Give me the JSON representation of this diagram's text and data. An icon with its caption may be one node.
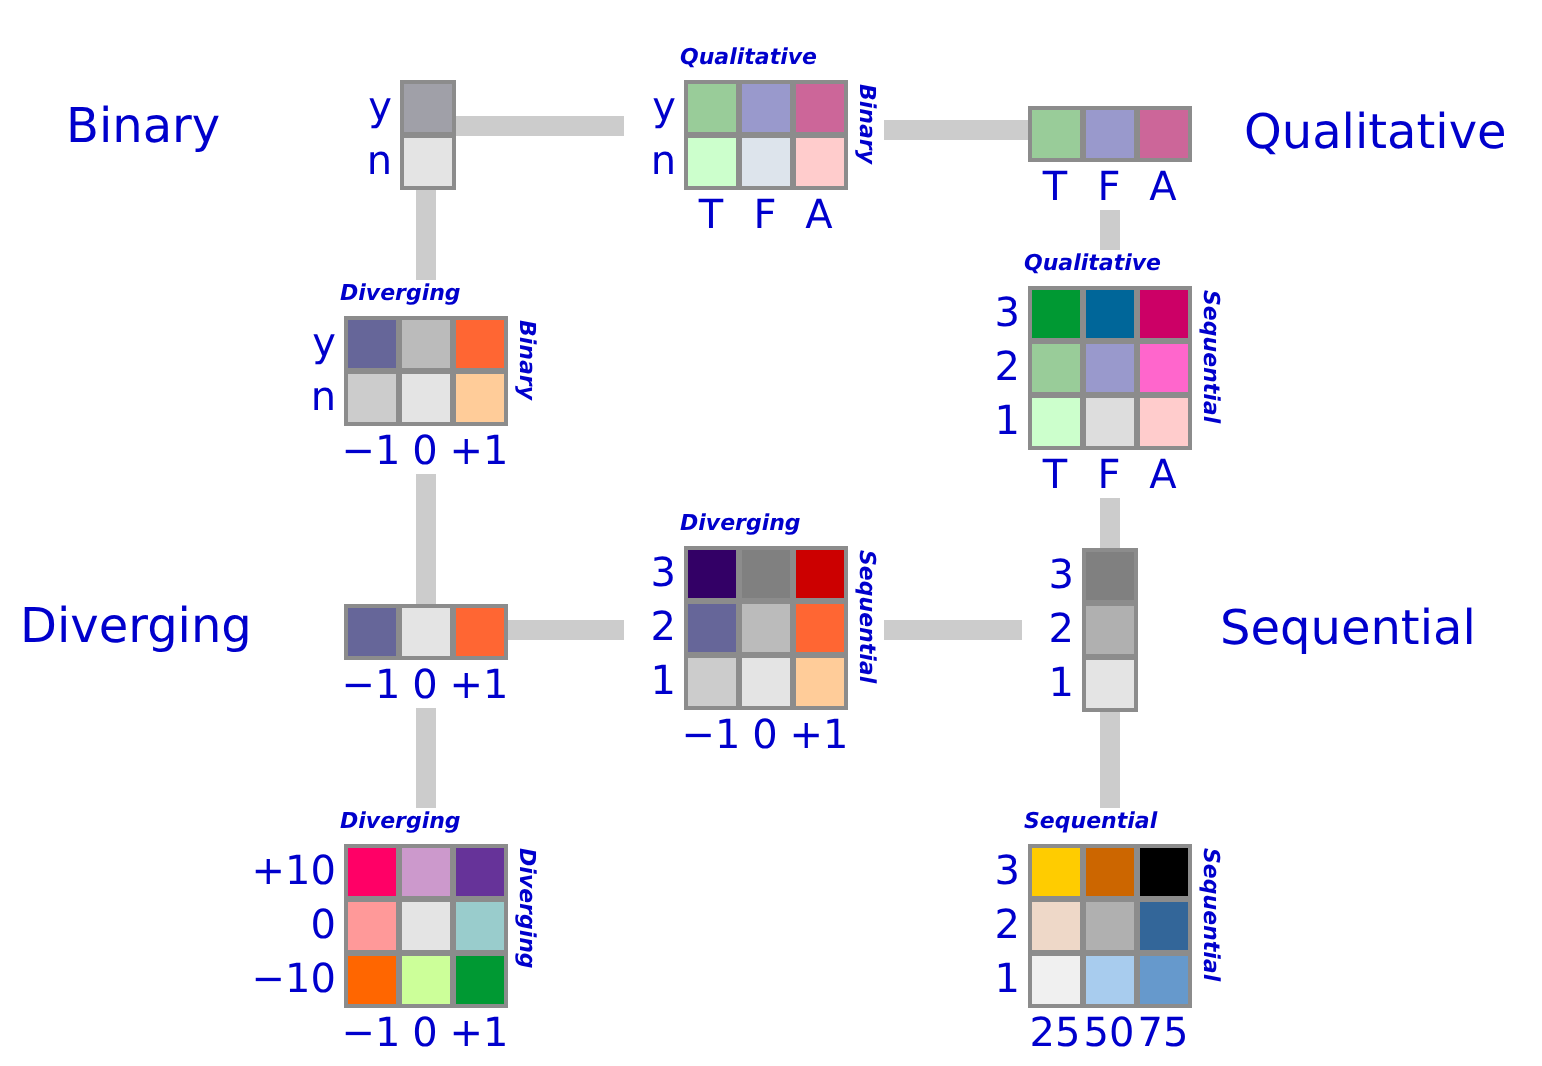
{
  "diagram": {
    "nodes": [
      {
        "text": [
          "y",
          "n"
        ],
        "beside": [
          "Binary"
        ]
      },
      {
        "text": [
          "Qualitative",
          "y",
          "n",
          "Binary",
          "T",
          "F",
          "A"
        ]
      },
      {
        "text": [
          "T",
          "F",
          "A"
        ],
        "beside": [
          "Qualitative"
        ]
      },
      {
        "text": [
          "Diverging",
          "y",
          "n",
          "Binary",
          "−1",
          "0",
          "+1"
        ]
      },
      {
        "text": [
          "Qualitative",
          "3",
          "2",
          "1",
          "Sequential",
          "T",
          "F",
          "A"
        ]
      },
      {
        "text": [
          "−1",
          "0",
          "+1"
        ],
        "beside": [
          "Diverging"
        ]
      },
      {
        "text": [
          "Diverging",
          "3",
          "2",
          "1",
          "Sequential",
          "−1",
          "0",
          "+1"
        ]
      },
      {
        "text": [
          "3",
          "2",
          "1"
        ],
        "beside": [
          "Sequential"
        ]
      },
      {
        "text": [
          "Diverging",
          "+10",
          "0",
          "−10",
          "Diverging",
          "−1",
          "0",
          "+1"
        ]
      },
      {
        "text": [
          "Sequential",
          "3",
          "2",
          "1",
          "Sequential",
          "25",
          "50",
          "75"
        ]
      }
    ],
    "edges": [
      {
        "from": 0,
        "to": 1,
        "arrow": "none"
      },
      {
        "from": 1,
        "to": 2,
        "arrow": "none"
      },
      {
        "from": 0,
        "to": 3,
        "arrow": "none"
      },
      {
        "from": 3,
        "to": 5,
        "arrow": "none"
      },
      {
        "from": 2,
        "to": 4,
        "arrow": "none"
      },
      {
        "from": 4,
        "to": 7,
        "arrow": "none"
      },
      {
        "from": 5,
        "to": 6,
        "arrow": "none"
      },
      {
        "from": 6,
        "to": 7,
        "arrow": "none"
      },
      {
        "from": 5,
        "to": 8,
        "arrow": "none"
      },
      {
        "from": 7,
        "to": 9,
        "arrow": "none"
      }
    ]
  }
}
